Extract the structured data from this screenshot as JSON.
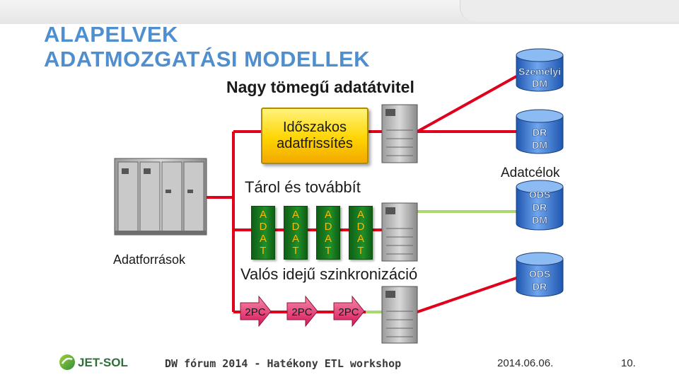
{
  "title": {
    "line1": "ALAPELVEK",
    "line2": "ADATMOZGATÁSI MODELLEK",
    "subtitle": "Nagy tömegű adatátvitel"
  },
  "periodic": {
    "line1": "Időszakos",
    "line2": "adatfrissítés"
  },
  "store_forward_label": "Tárol és továbbít",
  "adat_letters": [
    "A",
    "D",
    "A",
    "T"
  ],
  "realtime_label": "Valós idejű szinkronizáció",
  "twopc_label": "2PC",
  "sources_label": "Adatforrások",
  "targets_label": "Adatcélok",
  "targets": [
    {
      "line1": "Személyi",
      "line2": "DM"
    },
    {
      "line1": "DR",
      "line2": "DM"
    },
    {
      "line1": "ODS",
      "line2": "DR",
      "line3": "DM"
    },
    {
      "line1": "ODS",
      "line2": "DR"
    }
  ],
  "footer": {
    "logo_text": "JET-SOL",
    "event": "DW fórum 2014 - Hatékony ETL workshop",
    "date": "2014.06.06.",
    "page": "10."
  },
  "colors": {
    "title": "#4f8fcf",
    "line_red": "#e0001b",
    "line_green": "#a9d86e",
    "db_blue": "#3f7fd6"
  }
}
